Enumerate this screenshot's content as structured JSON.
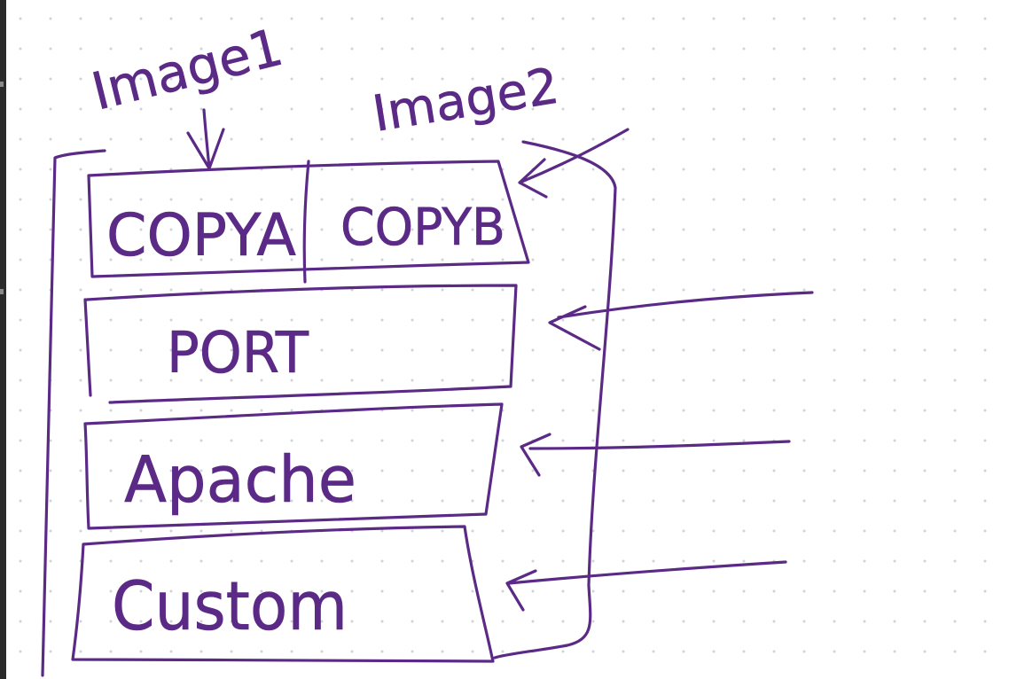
{
  "colors": {
    "ink": "#5b2a86",
    "background": "#ffffff",
    "dot": "#cfd3d8"
  },
  "labels": {
    "image1": "Image1",
    "image2": "Image2"
  },
  "layers": [
    {
      "left": "COPYA",
      "right": "COPYB"
    },
    {
      "label": "PORT"
    },
    {
      "label": "Apache"
    },
    {
      "label": "Custom"
    }
  ]
}
